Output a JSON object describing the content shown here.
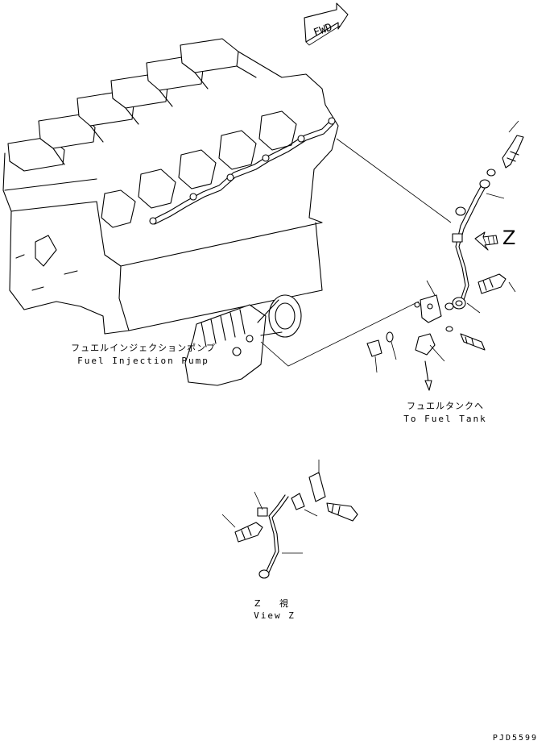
{
  "labels": {
    "pump_jp": "フュエルインジェクションポンプ",
    "pump_en": "Fuel Injection Pump",
    "tank_jp": "フュエルタンクへ",
    "tank_en": "To Fuel Tank",
    "view_jp": "Z 視",
    "view_en": "View Z",
    "z_marker": "Z",
    "fwd": "FWD",
    "drawing_code": "PJD5599"
  },
  "icons": {
    "fwd_arrow": "fwd-arrow-icon",
    "view_arrow": "hatched-arrow-icon",
    "flow_arrow": "arrow-down-icon"
  }
}
